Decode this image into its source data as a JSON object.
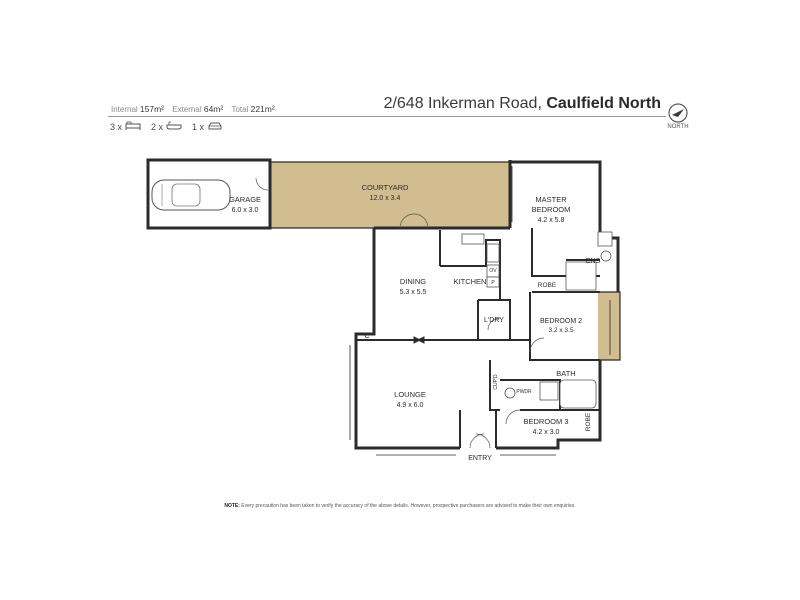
{
  "header": {
    "internal_label": "Internal",
    "internal_value": "157m²",
    "external_label": "External",
    "external_value": "64m²",
    "total_label": "Total",
    "total_value": "221m²",
    "address_prefix": "2/648 Inkerman Road, ",
    "address_suburb": "Caulfield North",
    "north_label": "NORTH",
    "bed_count": "3 x",
    "bath_count": "2 x",
    "car_count": "1 x"
  },
  "rooms": {
    "garage_name": "GARAGE",
    "garage_size": "6.0 x 3.0",
    "courtyard_name": "COURTYARD",
    "courtyard_size": "12.0 x 3.4",
    "master_name_1": "MASTER",
    "master_name_2": "BEDROOM",
    "master_size": "4.2 x 5.8",
    "ens_name": "ENS",
    "robe_1": "ROBE",
    "dining_name": "DINING",
    "dining_size": "5.3 x 5.5",
    "kitchen_name": "KITCHEN",
    "ov_label": "OV",
    "p_label": "P",
    "ldry_name": "L'DRY",
    "bed2_name": "BEDROOM 2",
    "bed2_size": "3.2 x 3.5",
    "c_label": "C",
    "bath_name": "BATH",
    "cupd_label": "CUP'D",
    "pwdr_label": "PWDR",
    "lounge_name": "LOUNGE",
    "lounge_size": "4.9 x 6.0",
    "bed3_name": "BEDROOM 3",
    "bed3_size": "4.2 x 3.0",
    "robe_2": "ROBE",
    "entry_name": "ENTRY"
  },
  "footer": {
    "note_label": "NOTE:",
    "note_text": " Every precaution has been taken to verify the accuracy of the above details. However, prospective purchasers are advised to make their own enquiries."
  },
  "colors": {
    "outdoor_fill": "#d1bd8f",
    "wall": "#2b2b2b"
  }
}
